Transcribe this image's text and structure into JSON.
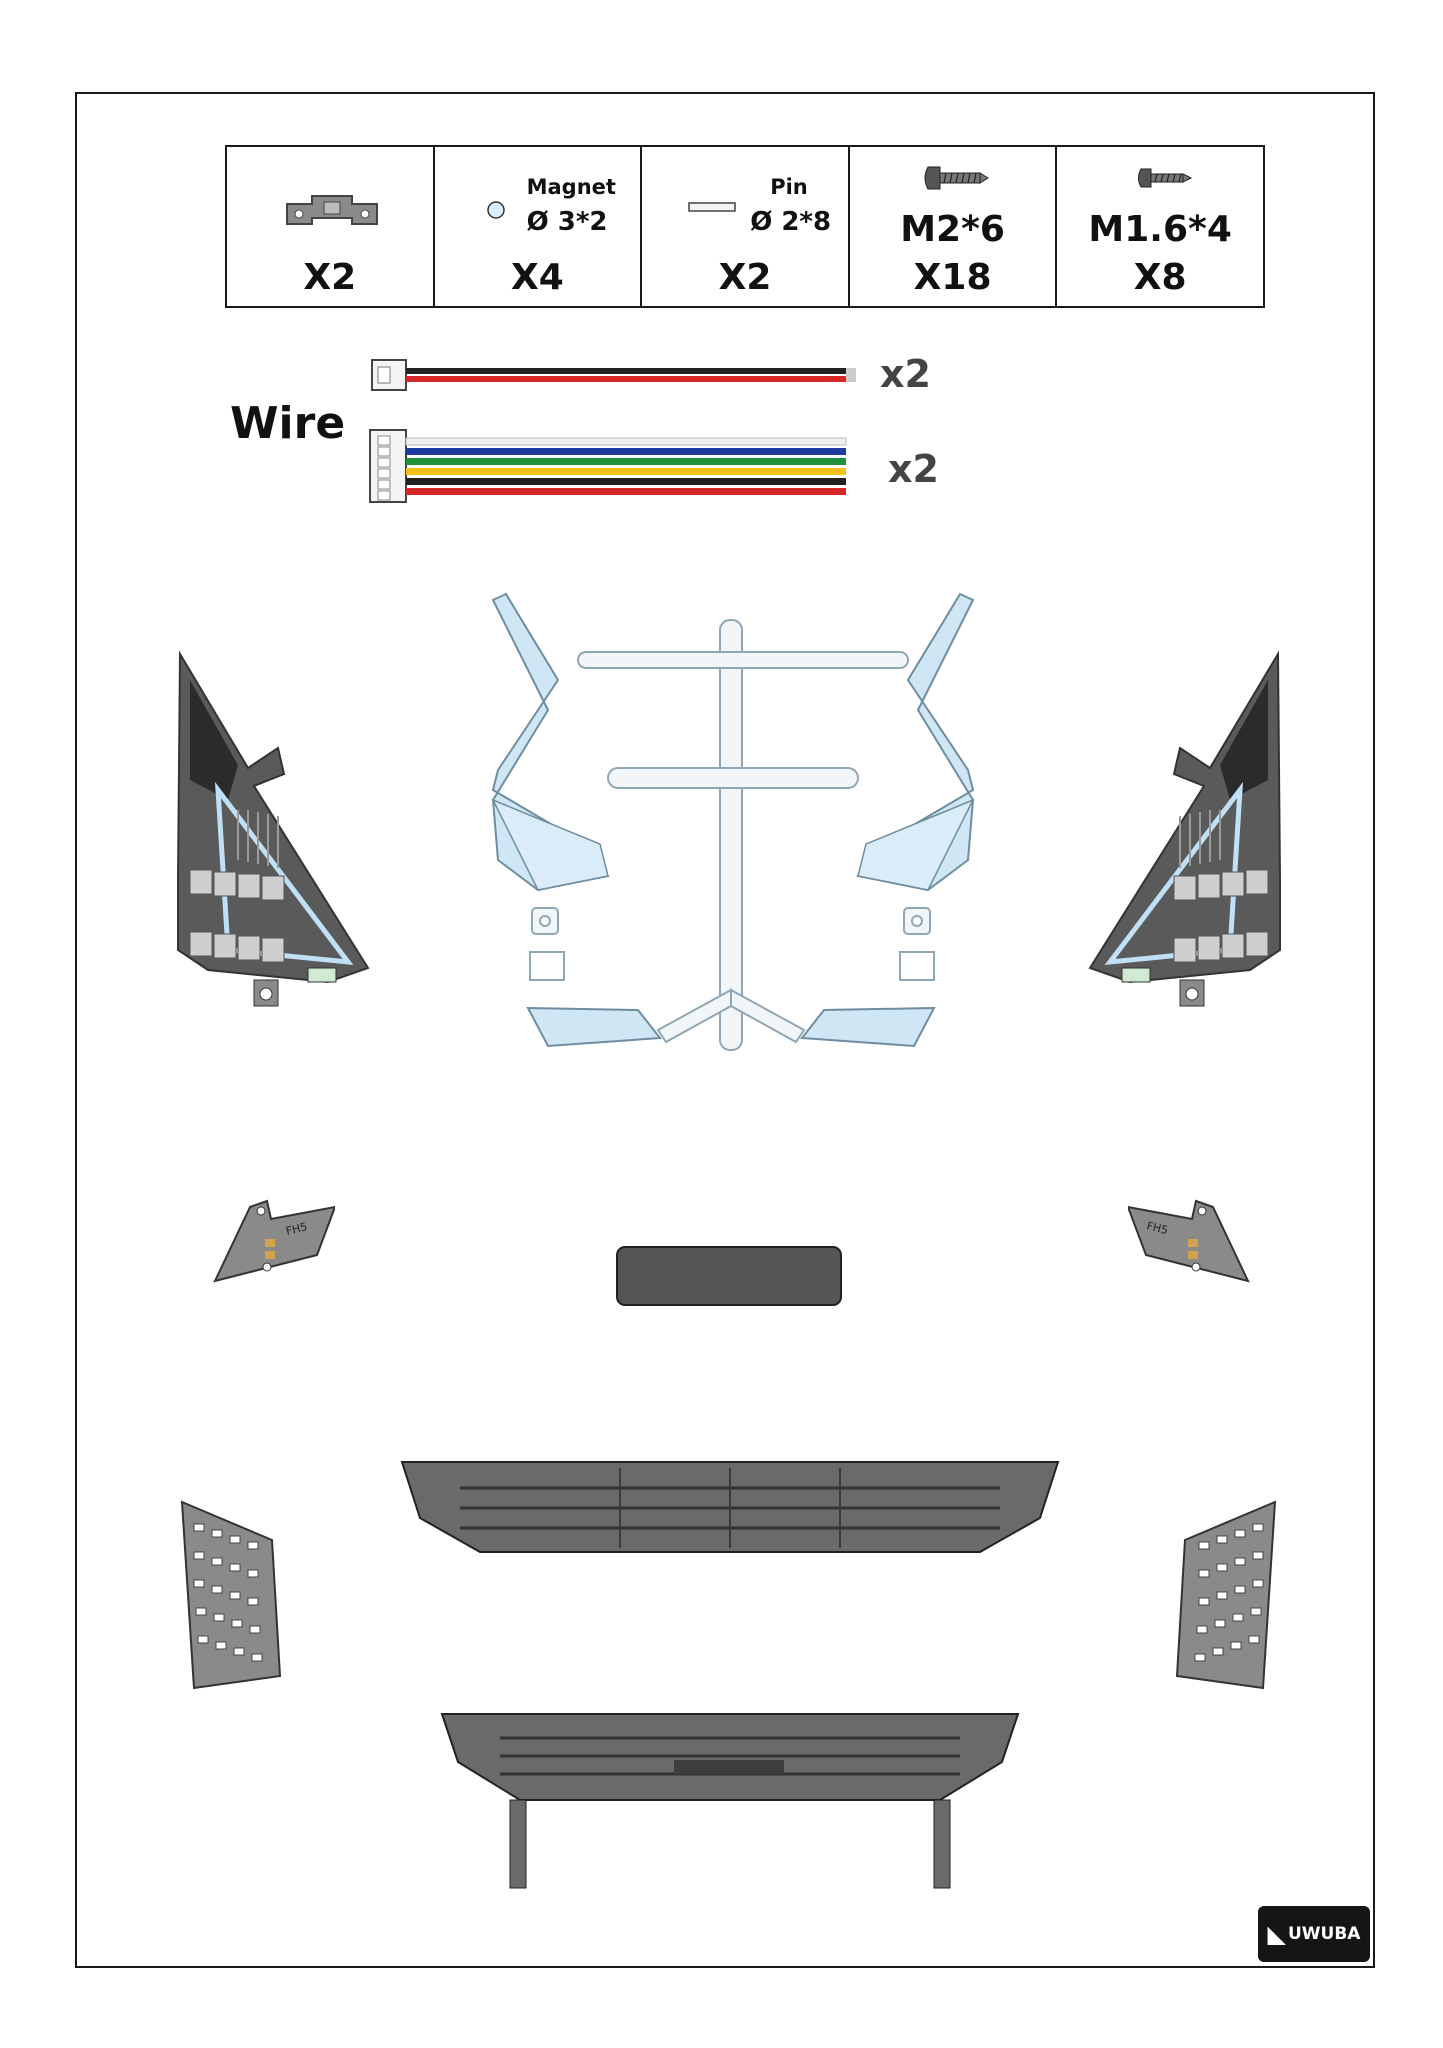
{
  "parts_table": [
    {
      "qty": "X2"
    },
    {
      "label": "Magnet",
      "dim": "Ø 3*2",
      "qty": "X4"
    },
    {
      "label": "Pin",
      "dim": "Ø 2*8",
      "qty": "X2"
    },
    {
      "spec": "M2*6",
      "qty": "X18"
    },
    {
      "spec": "M1.6*4",
      "qty": "X8"
    }
  ],
  "wires": {
    "label": "Wire",
    "two_pin_qty": "x2",
    "six_pin_qty": "x2",
    "two_pin_colors": [
      "#222222",
      "#d62828"
    ],
    "six_pin_colors": [
      "#1d3b9e",
      "#1f8f3a",
      "#f2c21b",
      "#222222",
      "#d62828"
    ]
  },
  "pcb_text": "FH5",
  "logo_text": "UWUBA",
  "colors": {
    "frame": "#1a1a1a",
    "clear_part": "#cfe6f5",
    "dark_part": "#5a5a5a",
    "mid_part": "#8a8a8a"
  }
}
